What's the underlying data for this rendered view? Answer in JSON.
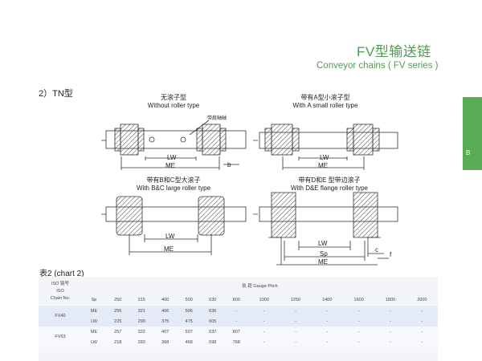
{
  "header": {
    "title_cn": "FV型输送链",
    "title_en": "Conveyor chains ( FV series )"
  },
  "section": {
    "label": "2）TN型"
  },
  "side_tab": {
    "label": "B"
  },
  "diagrams": {
    "a": {
      "cn": "无滚子型",
      "en": "Without roller type",
      "note": "带肩轴轴",
      "dims": [
        "LW",
        "ME",
        "b"
      ]
    },
    "b": {
      "cn": "带有A型小滚子型",
      "en": "With A small roller type",
      "dims": [
        "LW",
        "ME"
      ]
    },
    "c": {
      "cn": "带有B和C型大滚子",
      "en": "With B&C large roller type",
      "dims": [
        "LW",
        "ME"
      ]
    },
    "d": {
      "cn": "带有D和E 型带边滚子",
      "en": "With D&E flange roller type",
      "dims": [
        "LW",
        "Sp",
        "ME",
        "c",
        "f"
      ]
    }
  },
  "table": {
    "label": "表2 (chart 2)",
    "iso_header": [
      "ISO 链号",
      "ISO",
      "Chain No."
    ],
    "gauge_header": "轨 距 Gauge Pitch",
    "sp_label": "Sp",
    "pitches": [
      "250",
      "315",
      "400",
      "500",
      "630",
      "800",
      "1000",
      "1250",
      "1400",
      "1600",
      "1800",
      "2000"
    ],
    "rows": [
      {
        "model": "FV40",
        "lines": [
          {
            "key": "ME",
            "values": [
              "256",
              "321",
              "406",
              "506",
              "636",
              "-",
              "-",
              "-",
              "-",
              "-",
              "-",
              "-"
            ]
          },
          {
            "key": "LW",
            "values": [
              "225",
              "290",
              "375",
              "475",
              "605",
              "-",
              "-",
              "-",
              "-",
              "-",
              "-",
              "-"
            ]
          }
        ]
      },
      {
        "model": "FV63",
        "lines": [
          {
            "key": "ME",
            "values": [
              "257",
              "322",
              "407",
              "507",
              "637",
              "807",
              "-",
              "-",
              "-",
              "-",
              "-",
              "-"
            ]
          },
          {
            "key": "LW",
            "values": [
              "218",
              "283",
              "368",
              "468",
              "598",
              "768",
              "-",
              "-",
              "-",
              "-",
              "-",
              "-"
            ]
          }
        ]
      }
    ]
  }
}
